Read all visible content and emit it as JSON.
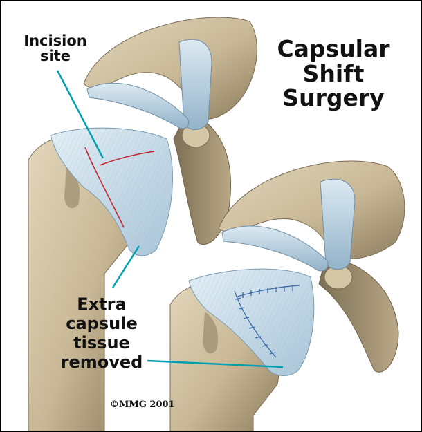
{
  "title": "Capsular\nShift\nSurgery",
  "labels": {
    "incision_site": "Incision\nsite",
    "extra_tissue": "Extra\ncapsule\ntissue\nremoved"
  },
  "copyright": "©MMG 2001",
  "colors": {
    "bone": "#c8b896",
    "bone_shadow": "#8c7d5f",
    "capsule": "#cfe2ee",
    "tendon": "#b7cfdf",
    "pointer_line": "#00a0b0",
    "incision": "#c4262c",
    "suture": "#3a6aa8"
  }
}
